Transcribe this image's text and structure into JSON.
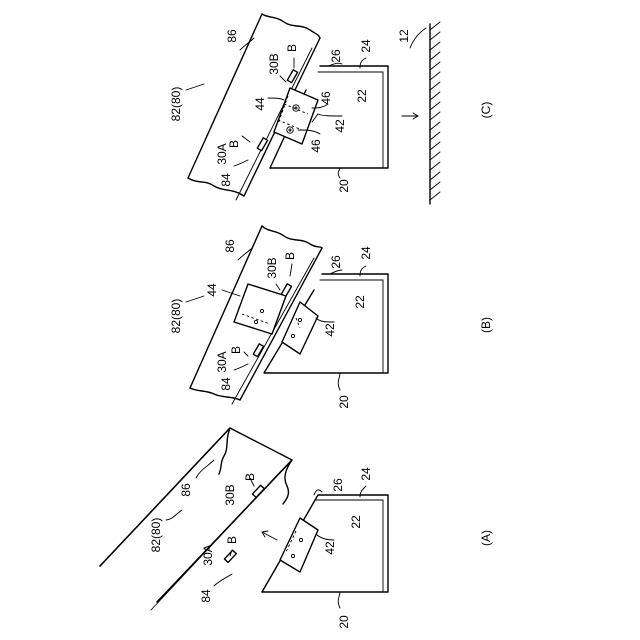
{
  "labels": {
    "a": {
      "title": "(A)",
      "board": "82(80)",
      "upper": "86",
      "lower": "84",
      "clip_b_upper": "B",
      "clip_b_lower": "B",
      "ref_30b": "30B",
      "ref_30a": "30A",
      "ref_26": "26",
      "ref_24": "24",
      "ref_22": "22",
      "ref_42": "42",
      "ref_20": "20"
    },
    "b": {
      "title": "(B)",
      "board": "82(80)",
      "upper": "86",
      "lower": "84",
      "clip_b_upper": "B",
      "clip_b_lower": "B",
      "ref_30b": "30B",
      "ref_30a": "30A",
      "ref_44": "44",
      "ref_26": "26",
      "ref_24": "24",
      "ref_22": "22",
      "ref_42": "42",
      "ref_20": "20"
    },
    "c": {
      "title": "(C)",
      "board": "82(80)",
      "upper": "86",
      "lower": "84",
      "clip_b_upper": "B",
      "clip_b_lower": "B",
      "ref_30b": "30B",
      "ref_30a": "30A",
      "ref_44": "44",
      "ref_46_upper": "46",
      "ref_46_lower": "46",
      "ref_42": "42",
      "ref_26": "26",
      "ref_24": "24",
      "ref_22": "22",
      "ref_20": "20",
      "ref_12": "12"
    }
  }
}
